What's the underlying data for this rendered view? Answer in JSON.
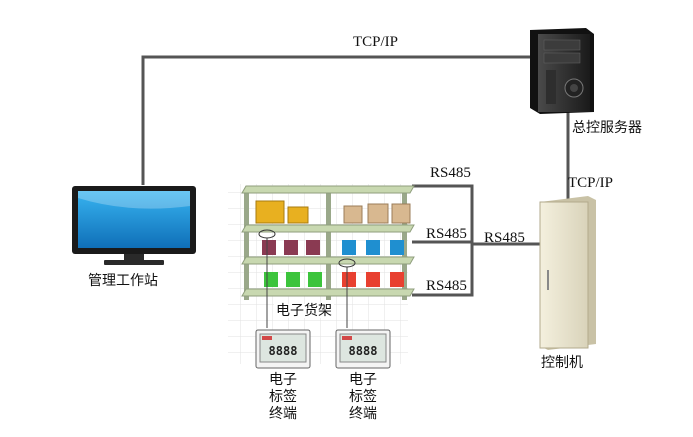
{
  "labels": {
    "tcp_top": "TCP/IP",
    "tcp_right": "TCP/IP",
    "server": "总控服务器",
    "workstation": "管理工作站",
    "controller": "控制机",
    "shelf": "电子货架",
    "rs485_1": "RS485",
    "rs485_2": "RS485",
    "rs485_3": "RS485",
    "rs485_4": "RS485",
    "terminal_1": [
      "电子",
      "标签",
      "终端"
    ],
    "terminal_2": [
      "电子",
      "标签",
      "终端"
    ]
  },
  "colors": {
    "line": "#555555",
    "monitor_screen": "#1e90d8",
    "server_body": "#2a2a2a",
    "controller_body": "#eee9d4",
    "shelf_board": "#b7c9a0",
    "box_yellow": "#e8b020",
    "box_tan": "#d8b890",
    "box_maroon": "#8a3a52",
    "box_blue": "#1f8fd0",
    "box_green": "#3cc43c",
    "box_red": "#e84030"
  }
}
